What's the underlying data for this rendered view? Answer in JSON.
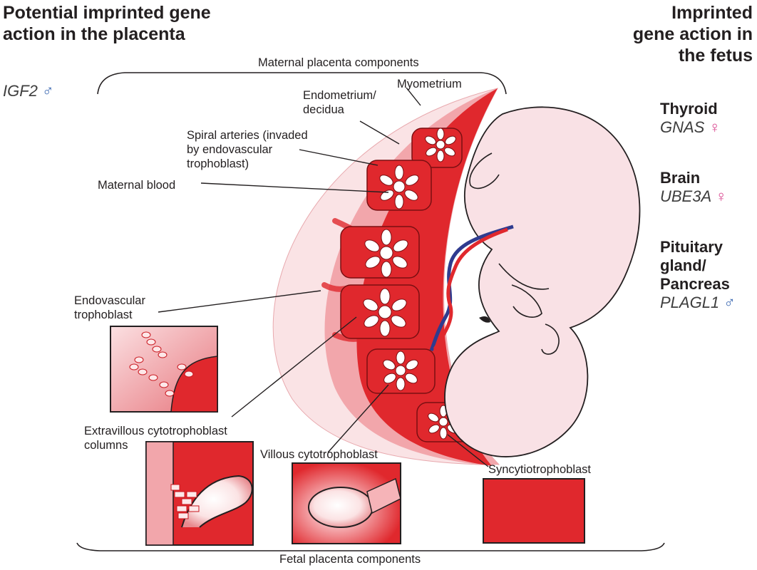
{
  "placenta_header": [
    "Potential imprinted gene",
    "action in the placenta"
  ],
  "fetus_header": [
    "Imprinted",
    "gene action in",
    "the fetus"
  ],
  "placenta_gene": {
    "name": "IGF2",
    "symbol": "♂"
  },
  "maternal_components": "Maternal placenta components",
  "fetal_components": "Fetal placenta components",
  "labels": {
    "myometrium": "Myometrium",
    "endometrium": [
      "Endometrium/",
      "decidua"
    ],
    "spiral_arteries": [
      "Spiral arteries (invaded",
      "by endovascular",
      "trophoblast)"
    ],
    "maternal_blood": "Maternal blood",
    "endovascular": [
      "Endovascular",
      "trophoblast"
    ],
    "extravillous": [
      "Extravillous cytotrophoblast",
      "columns"
    ],
    "villous": "Villous cytotrophoblast",
    "syncytio": "Syncytiotrophoblast"
  },
  "fetal_organs": [
    {
      "organ": [
        "Thyroid"
      ],
      "gene": "GNAS",
      "symbol": "♀"
    },
    {
      "organ": [
        "Brain"
      ],
      "gene": "UBE3A",
      "symbol": "♀"
    },
    {
      "organ": [
        "Pituitary",
        "gland/",
        "Pancreas"
      ],
      "gene": "PLAGL1",
      "symbol": "♂"
    }
  ],
  "colors": {
    "red": "#e0282d",
    "dark_red": "#c8161d",
    "pale_pink": "#f9dfe2",
    "mid_pink": "#f0a4aa",
    "fetus_skin": "#f9e1e5",
    "vein_blue": "#2f3b8f",
    "male_blue": "#3f6bb3",
    "female_pink": "#d9468f"
  }
}
